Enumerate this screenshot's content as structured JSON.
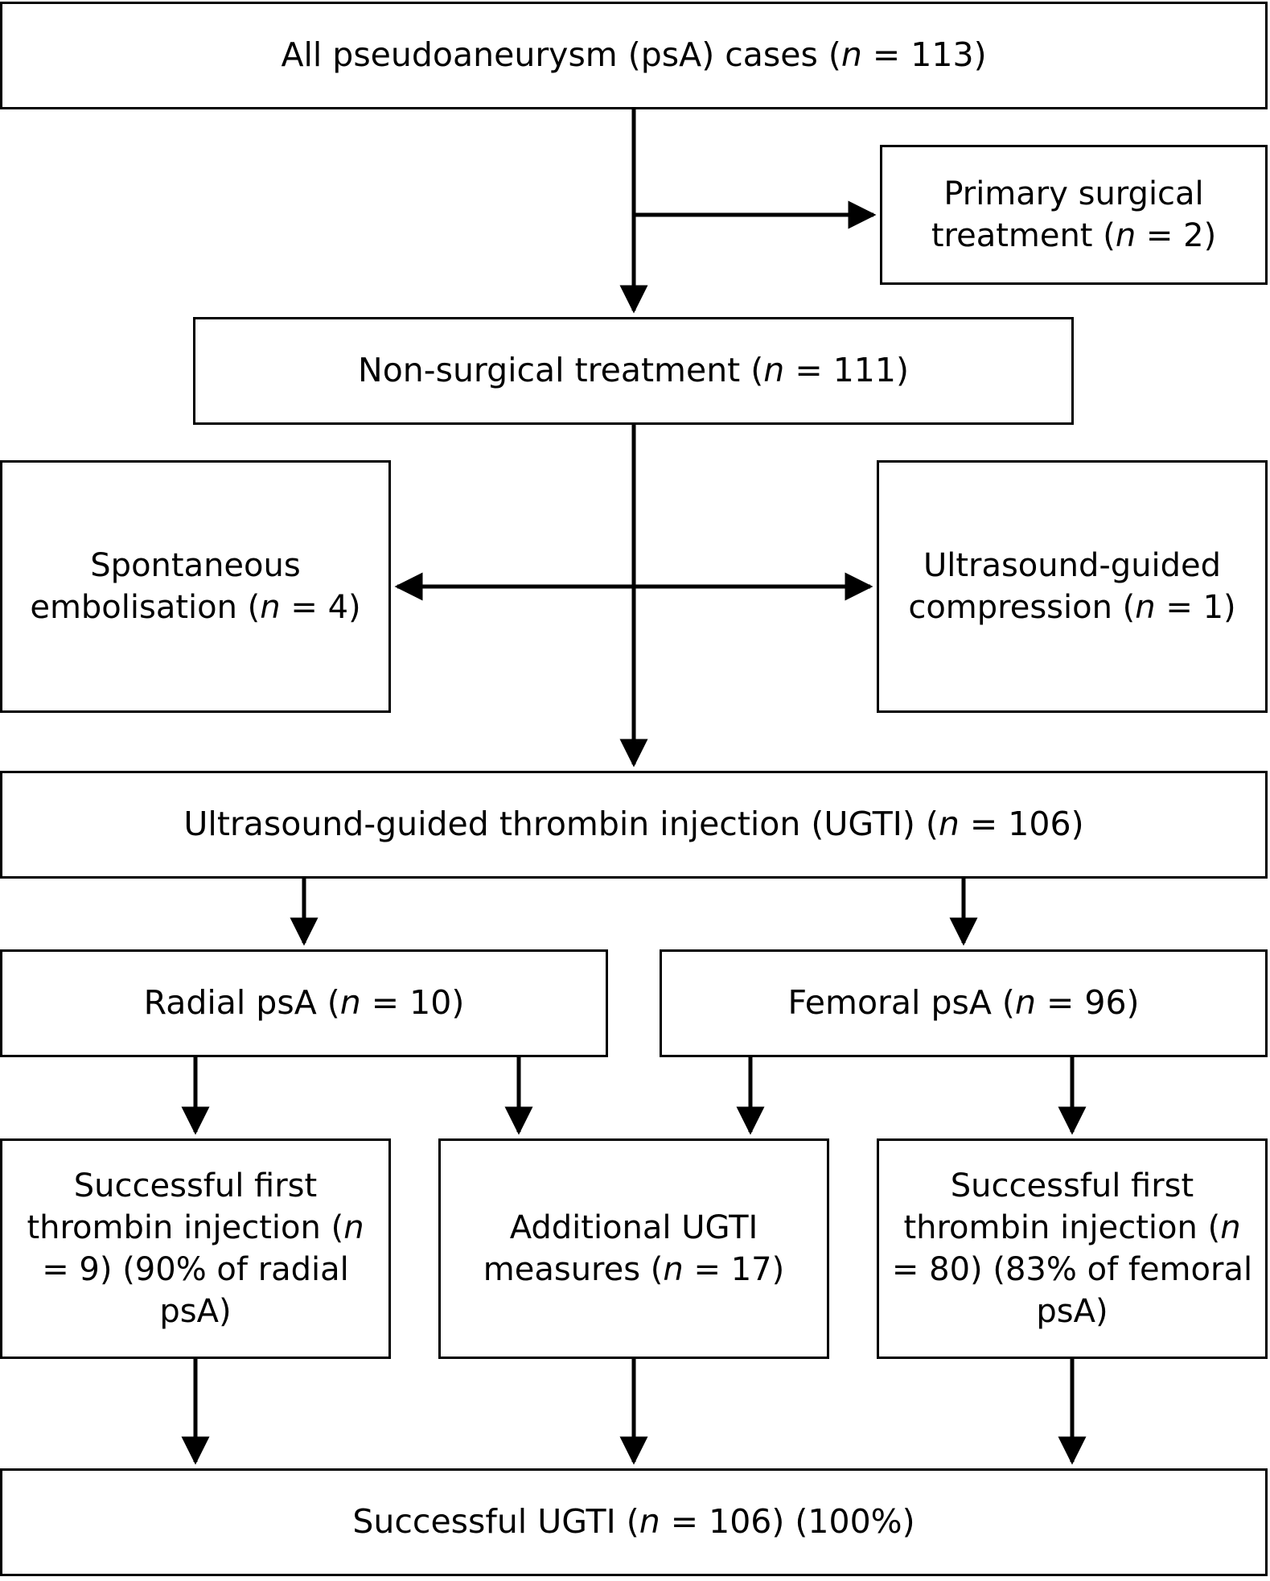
{
  "figure": {
    "type": "flowchart",
    "orientation": "top-to-bottom",
    "line_color": "#000000",
    "background_color": "#ffffff",
    "text_color": "#000000"
  },
  "nodes": {
    "all_cases": {
      "label": "All pseudoaneurysm (psA) cases (n = 113)",
      "count": 113
    },
    "primary_surgical": {
      "label": "Primary surgical treatment (n = 2)",
      "count": 2
    },
    "non_surgical": {
      "label": "Non-surgical treatment (n = 111)",
      "count": 111
    },
    "spontaneous_embolisation": {
      "label": "Spontaneous embolisation (n = 4)",
      "count": 4
    },
    "ultrasound_guided_compression": {
      "label": "Ultrasound-guided compression (n = 1)",
      "count": 1
    },
    "ugti": {
      "label": "Ultrasound-guided thrombin injection (UGTI) (n = 106)",
      "count": 106
    },
    "radial_psa": {
      "label": "Radial psA (n = 10)",
      "count": 10
    },
    "femoral_psa": {
      "label": "Femoral psA (n = 96)",
      "count": 96
    },
    "successful_first_radial": {
      "label": "Successful first thrombin injection (n = 9) (90% of radial psA)",
      "count": 9,
      "percent": "90%"
    },
    "additional_ugti": {
      "label": "Additional UGTI measures (n = 17)",
      "count": 17
    },
    "successful_first_femoral": {
      "label": "Successful first thrombin injection (n = 80) (83% of femoral psA)",
      "count": 80,
      "percent": "83%"
    },
    "successful_ugti": {
      "label": "Successful UGTI (n = 106) (100%)",
      "count": 106,
      "percent": "100%"
    }
  },
  "edges": [
    {
      "from": "all_cases",
      "to": "primary_surgical",
      "style": "elbow-right-arrow"
    },
    {
      "from": "all_cases",
      "to": "non_surgical",
      "style": "down-arrow"
    },
    {
      "from": "non_surgical",
      "to": "spontaneous_embolisation",
      "style": "horizontal-left-arrow"
    },
    {
      "from": "non_surgical",
      "to": "ultrasound_guided_compression",
      "style": "horizontal-right-arrow"
    },
    {
      "from": "non_surgical",
      "to": "ugti",
      "style": "down-arrow"
    },
    {
      "from": "ugti",
      "to": "radial_psa",
      "style": "down-arrow"
    },
    {
      "from": "ugti",
      "to": "femoral_psa",
      "style": "down-arrow"
    },
    {
      "from": "radial_psa",
      "to": "successful_first_radial",
      "style": "down-arrow"
    },
    {
      "from": "radial_psa",
      "to": "additional_ugti",
      "style": "down-arrow"
    },
    {
      "from": "femoral_psa",
      "to": "additional_ugti",
      "style": "down-arrow"
    },
    {
      "from": "femoral_psa",
      "to": "successful_first_femoral",
      "style": "down-arrow"
    },
    {
      "from": "successful_first_radial",
      "to": "successful_ugti",
      "style": "down-arrow"
    },
    {
      "from": "additional_ugti",
      "to": "successful_ugti",
      "style": "down-arrow"
    },
    {
      "from": "successful_first_femoral",
      "to": "successful_ugti",
      "style": "down-arrow"
    }
  ]
}
